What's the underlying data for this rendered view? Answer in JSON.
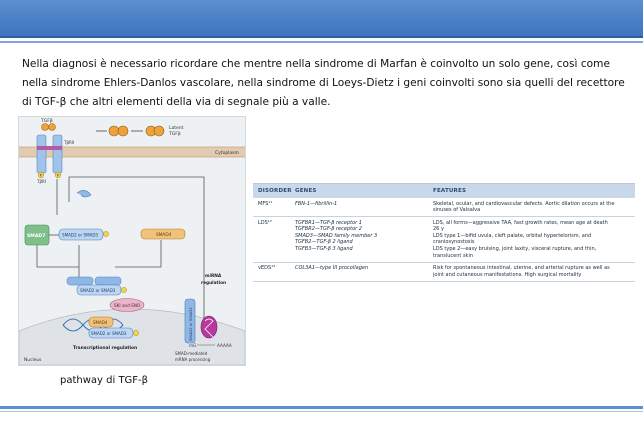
{
  "intro_text": "Nella diagnosi è necessario ricordare che mentre  nella sindrome di Marfan è coinvolto un solo gene, così come nella sindrome Ehlers-Danlos vascolare, nella sindrome di Loeys-Dietz  i geni coinvolti sono sia quelli del recettore di TGF-β che altri elementi della via di segnale più a valle.",
  "figure_caption": "pathway di TGF-β",
  "diagram": {
    "tgfb": "TGFβ",
    "latent_1": "Latent",
    "latent_2": "TGFβ",
    "cytoplasm": "Cytoplasm",
    "tbr2": "TβRII",
    "tbr1": "TβRI",
    "p": "P",
    "smad7": "SMAD7",
    "smad23_a": "SMAD2 or SMAD3",
    "smad4": "SMAD4",
    "smad23_b": "SMAD2 or SMAD3",
    "ski_sno": "SKI and SNO",
    "mirna_1": "miRNA",
    "mirna_2": "regulation",
    "smad4_nuc": "SMAD4",
    "smad23_nuc": "SMAD2 or SMAD3",
    "smad23_vert": "SMAD2 or SMAD3",
    "transcriptional": "Transcriptional regulation",
    "mg": "mG",
    "aaaa": "AAAAA",
    "smad_mediated_1": "SMAD-mediated",
    "smad_mediated_2": "mRNA processing",
    "nucleus": "Nucleus"
  },
  "table": {
    "headers": [
      "DISORDER",
      "GENES",
      "FEATURES"
    ],
    "rows": [
      {
        "disorder": "MFS¹¹",
        "genes": [
          "FBN-1—fibrillin-1"
        ],
        "features": [
          "Skeletal, ocular, and cardiovascular defects. Aortic dilation occurs at the",
          "sinuses of Valsalva"
        ]
      },
      {
        "disorder": "LDS¹²",
        "genes": [
          "TGFBR1—TGF-β receptor 1",
          "TGFBR2—TGF-β receptor 2",
          "SMAD3—SMAD family member 3",
          "TGFB2—TGF-β 2 ligand",
          "TGFB3—TGF-β 3 ligand"
        ],
        "features": [
          "LDS, all forms—aggressive TAA, fast growth rates, mean age at death",
          "26 y",
          "LDS type 1—bifid uvula, cleft palate, orbital hypertelorism, and",
          "craniosynostosis",
          "LDS type 2—easy bruising, joint laxity, visceral rupture, and thin,",
          "translucent skin"
        ]
      },
      {
        "disorder": "vEDS¹³",
        "genes": [
          "COL3A1—type III procollagen"
        ],
        "features": [
          "Risk for spontaneous intestinal, uterine, and arterial rupture as well as",
          "joint and cutaneous manifestations. High surgical mortality"
        ]
      }
    ]
  },
  "colors": {
    "header_bar": "#3d74bd",
    "table_header": "#c9d8ea",
    "smad_blue": "#8fb8e8",
    "smad7_green": "#7fc08a",
    "smad4_orange": "#f2c27a",
    "ski_pink": "#e8b6c8"
  }
}
